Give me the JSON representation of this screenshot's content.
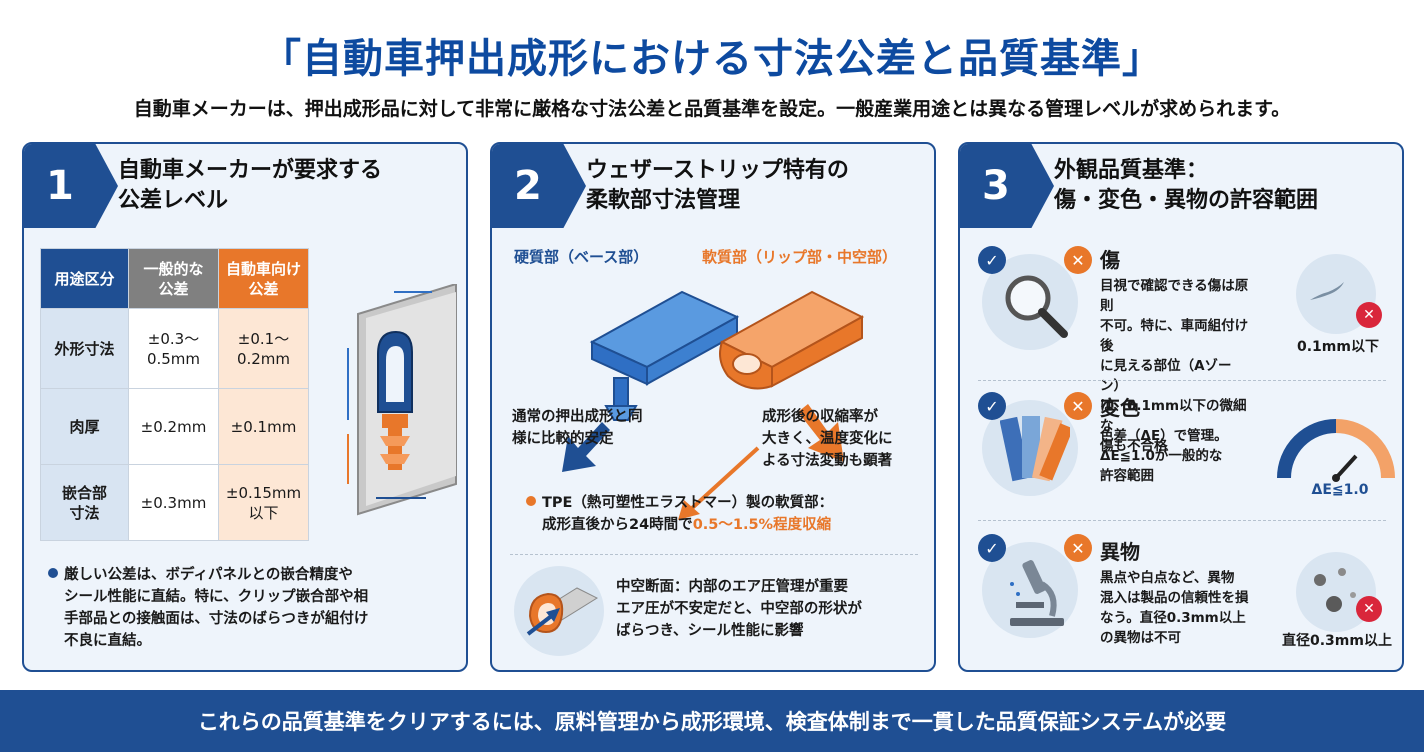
{
  "header": {
    "title": "「自動車押出成形における寸法公差と品質基準」",
    "subtitle": "自動車メーカーは、押出成形品に対して非常に厳格な寸法公差と品質基準を設定。一般産業用途とは異なる管理レベルが求められます。"
  },
  "panel1": {
    "number": "1",
    "title_lines": [
      "自動車メーカーが要求する",
      "公差レベル"
    ],
    "table": {
      "headers": [
        [
          "用途区分"
        ],
        [
          "一般的な",
          "公差"
        ],
        [
          "自動車向け",
          "公差"
        ]
      ],
      "rows": [
        {
          "label": [
            "外形寸法"
          ],
          "general": [
            "±0.3〜",
            "0.5mm"
          ],
          "auto": [
            "±0.1〜",
            "0.2mm"
          ]
        },
        {
          "label": [
            "肉厚"
          ],
          "general": [
            "±0.2mm"
          ],
          "auto": [
            "±0.1mm"
          ]
        },
        {
          "label": [
            "嵌合部",
            "寸法"
          ],
          "general": [
            "±0.3mm"
          ],
          "auto": [
            "±0.15mm",
            "以下"
          ]
        }
      ]
    },
    "note_lines": [
      "厳しい公差は、ボディパネルとの嵌合精度や",
      "シール性能に直結。特に、クリップ嵌合部や相",
      "手部品との接触面は、寸法のばらつきが組付け",
      "不良に直結。"
    ]
  },
  "panel2": {
    "number": "2",
    "title_lines": [
      "ウェザーストリップ特有の",
      "柔軟部寸法管理"
    ],
    "hard_label": "硬質部（ベース部）",
    "soft_label": "軟質部（リップ部・中空部）",
    "hard_note": [
      "通常の押出成形と同",
      "様に比較的安定"
    ],
    "soft_note": [
      "成形後の収縮率が",
      "大きく、温度変化に",
      "よる寸法変動も顕著"
    ],
    "tpe_line1": "TPE（熱可塑性エラストマー）製の軟質部：",
    "tpe_line2_prefix": "成形直後から24時間で",
    "tpe_line2_highlight": "0.5〜1.5%程度収縮",
    "hollow_title": "中空断面：内部のエア圧管理が重要",
    "hollow_text": [
      "エア圧が不安定だと、中空部の形状が",
      "ばらつき、シール性能に影響"
    ]
  },
  "panel3": {
    "number": "3",
    "title_lines": [
      "外観品質基準：",
      "傷・変色・異物の許容範囲"
    ],
    "items": [
      {
        "title": "傷",
        "text": [
          "目視で確認できる傷は原則",
          "不可。特に、車両組付け後",
          "に見える部位（Aゾーン）",
          "は、0.1mm以下の微細な",
          "傷も不合格"
        ],
        "caption": "0.1mm以下"
      },
      {
        "title": "変色",
        "text": [
          "色差（ΔE）で管理。",
          "ΔE≦1.0が一般的な",
          "許容範囲"
        ],
        "caption": "ΔE≦1.0"
      },
      {
        "title": "異物",
        "text": [
          "黒点や白点など、異物",
          "混入は製品の信頼性を損",
          "なう。直径0.3mm以上",
          "の異物は不可"
        ],
        "caption": "直径0.3mm以上"
      }
    ]
  },
  "footer": {
    "text": "これらの品質基準をクリアするには、原料管理から成形環境、検査体制まで一貫した品質保証システムが必要"
  },
  "colors": {
    "navy": "#1f4f93",
    "orange": "#e8772a",
    "blue": "#2f6fc4",
    "red": "#d9263b"
  }
}
